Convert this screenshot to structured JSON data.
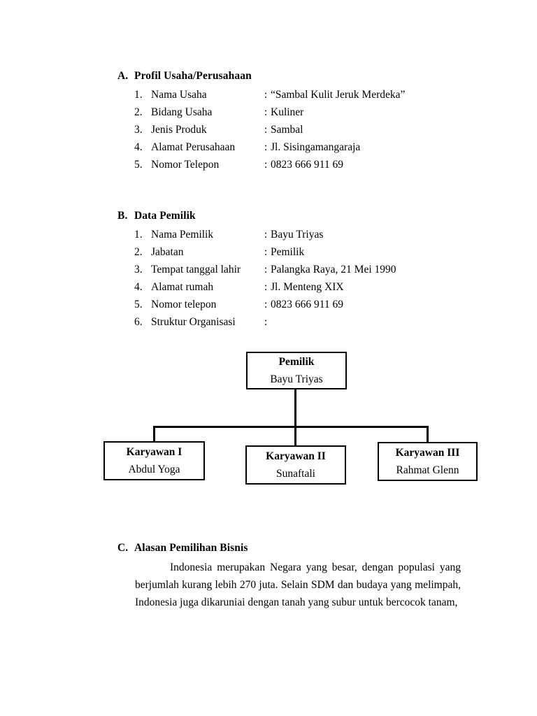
{
  "document": {
    "sections": [
      {
        "letter": "A.",
        "title": "Profil Usaha/Perusahaan",
        "items": [
          {
            "num": "1.",
            "label": "Nama Usaha",
            "colon": ":",
            "value": "“Sambal Kulit Jeruk Merdeka”"
          },
          {
            "num": "2.",
            "label": "Bidang Usaha",
            "colon": ":",
            "value": "Kuliner"
          },
          {
            "num": "3.",
            "label": "Jenis Produk",
            "colon": ":",
            "value": "Sambal"
          },
          {
            "num": "4.",
            "label": "Alamat Perusahaan",
            "colon": ":",
            "value": "Jl. Sisingamangaraja"
          },
          {
            "num": "5.",
            "label": "Nomor Telepon",
            "colon": ":",
            "value": "0823 666 911 69"
          }
        ]
      },
      {
        "letter": "B.",
        "title": "Data Pemilik",
        "items": [
          {
            "num": "1.",
            "label": "Nama Pemilik",
            "colon": ":",
            "value": "Bayu Triyas"
          },
          {
            "num": "2.",
            "label": "Jabatan",
            "colon": ":",
            "value": "Pemilik"
          },
          {
            "num": "3.",
            "label": "Tempat tanggal lahir",
            "colon": ":",
            "value": "Palangka Raya, 21 Mei 1990"
          },
          {
            "num": "4.",
            "label": "Alamat rumah",
            "colon": ":",
            "value": "Jl. Menteng XIX"
          },
          {
            "num": "5.",
            "label": "Nomor telepon",
            "colon": ":",
            "value": "0823 666 911 69"
          },
          {
            "num": "6.",
            "label": "Struktur Organisasi",
            "colon": ":",
            "value": ""
          }
        ]
      },
      {
        "letter": "C.",
        "title": "Alasan Pemilihan Bisnis",
        "paragraph": "Indonesia merupakan Negara yang besar, dengan populasi yang berjumlah kurang lebih 270 juta. Selain SDM dan budaya yang melimpah, Indonesia juga dikaruniai dengan tanah yang subur untuk bercocok tanam,"
      }
    ]
  },
  "org_chart": {
    "root": {
      "title": "Pemilik",
      "person": "Bayu Triyas"
    },
    "children": [
      {
        "title": "Karyawan I",
        "person": "Abdul Yoga"
      },
      {
        "title": "Karyawan II",
        "person": "Sunaftali"
      },
      {
        "title": "Karyawan III",
        "person": "Rahmat Glenn"
      }
    ],
    "line_color": "#000000"
  }
}
